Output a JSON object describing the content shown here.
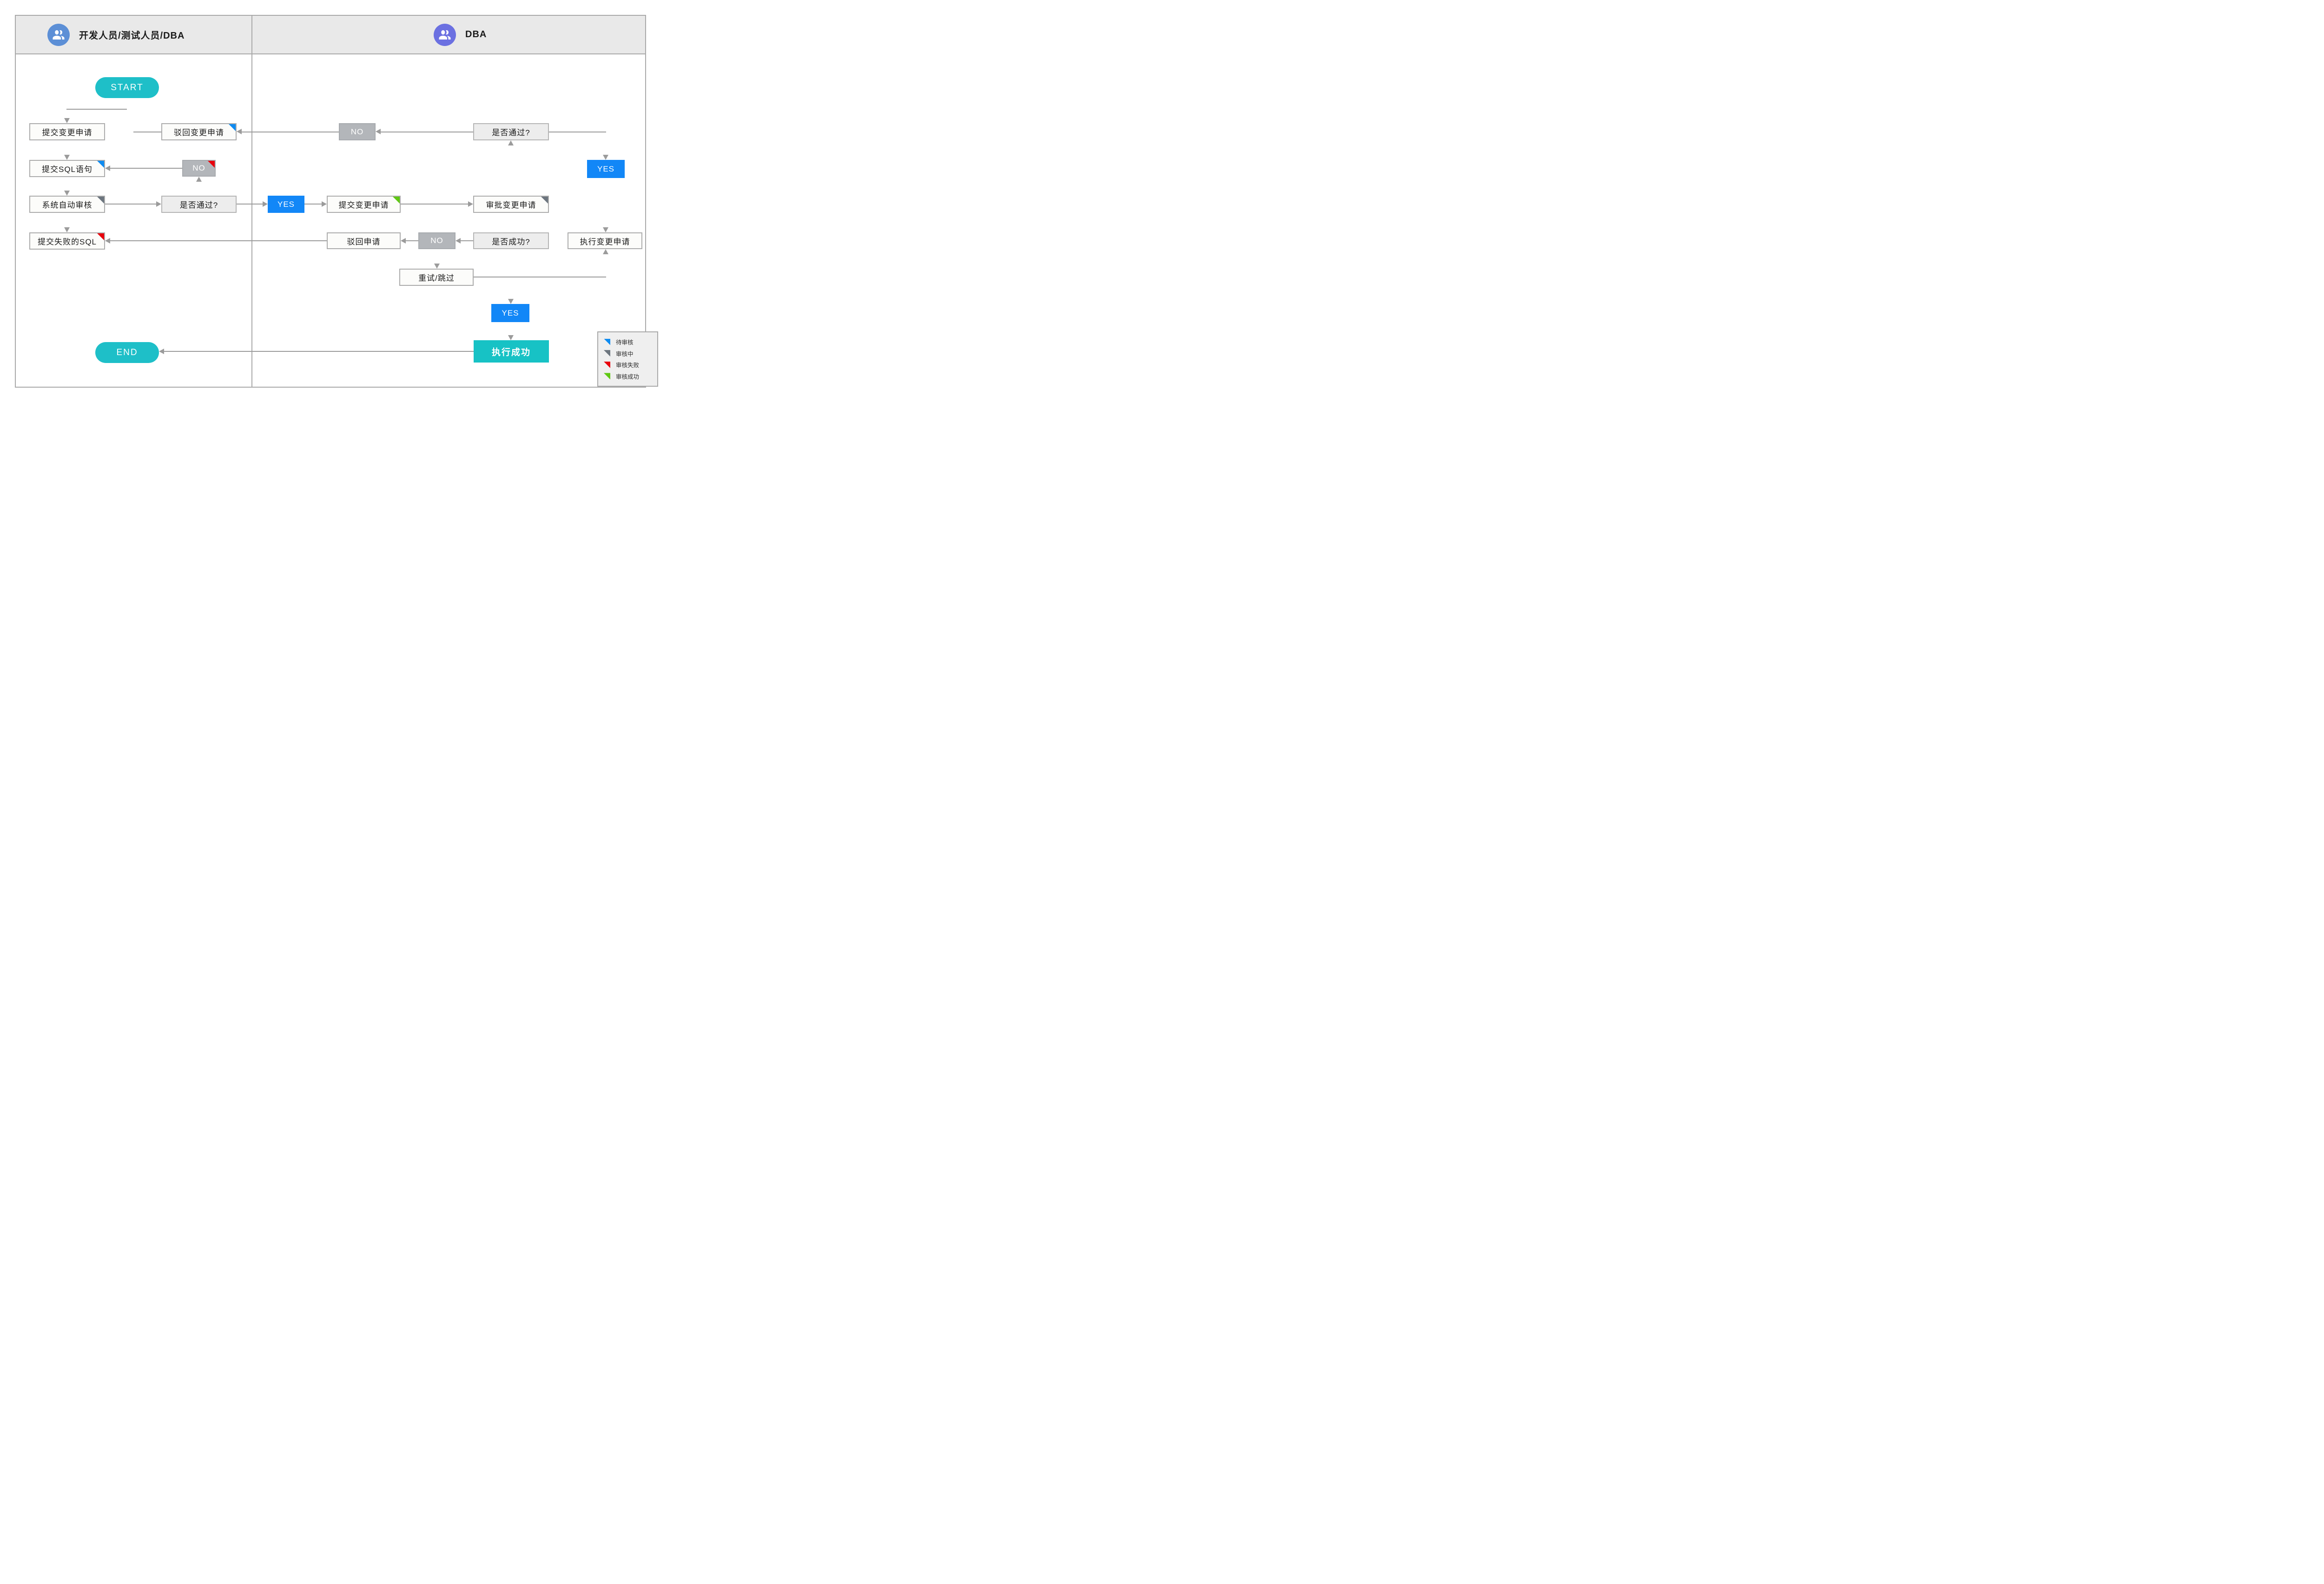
{
  "header": {
    "lane1": {
      "title": "开发人员/测试人员/DBA",
      "icon": "users-icon",
      "icon_color": "#5C8FD6"
    },
    "lane2": {
      "title": "DBA",
      "icon": "users-icon",
      "icon_color": "#6B70E1"
    }
  },
  "nodes": {
    "start": {
      "label": "START"
    },
    "end": {
      "label": "END"
    },
    "submit_change_dev": {
      "label": "提交变更申请"
    },
    "submit_sql": {
      "label": "提交SQL语句",
      "status": "待审核"
    },
    "auto_review": {
      "label": "系统自动审核",
      "status": "审核中"
    },
    "submit_failed_sql": {
      "label": "提交失败的SQL",
      "status": "审核失败"
    },
    "reject_change": {
      "label": "驳回变更申请",
      "status": "待审核"
    },
    "pass_check_dev": {
      "label": "是否通过?"
    },
    "no_to_sql": {
      "label": "NO",
      "status": "审核失败"
    },
    "no_reject_change": {
      "label": "NO"
    },
    "yes_submit": {
      "label": "YES"
    },
    "submit_change_dba": {
      "label": "提交变更申请",
      "status": "审核成功"
    },
    "approve_change": {
      "label": "审批变更申请",
      "status": "审核中"
    },
    "pass_check_dba": {
      "label": "是否通过?"
    },
    "yes_execute": {
      "label": "YES"
    },
    "execute_change": {
      "label": "执行变更申请"
    },
    "success_check": {
      "label": "是否成功?"
    },
    "no_retry": {
      "label": "NO"
    },
    "reject_request": {
      "label": "驳回申请"
    },
    "retry_skip": {
      "label": "重试/跳过"
    },
    "yes_success": {
      "label": "YES"
    },
    "execute_success": {
      "label": "执行成功"
    }
  },
  "legend": {
    "items": [
      {
        "label": "待审核",
        "color": "#0E8BF1"
      },
      {
        "label": "审核中",
        "color": "#6C757E"
      },
      {
        "label": "审核失败",
        "color": "#E8000C"
      },
      {
        "label": "审核成功",
        "color": "#5FC813"
      }
    ]
  },
  "colors": {
    "terminal_teal": "#1EBFC8",
    "success_teal": "#17C2C5",
    "yes_blue": "#1287F7",
    "no_gray": "#B3B6BA",
    "line_gray": "#9B9B9B",
    "header_bg": "#E9E9E9",
    "decision_bg": "#EDEDED",
    "process_bg": "#FCFCFA",
    "border_gray": "#A9A9A9"
  }
}
